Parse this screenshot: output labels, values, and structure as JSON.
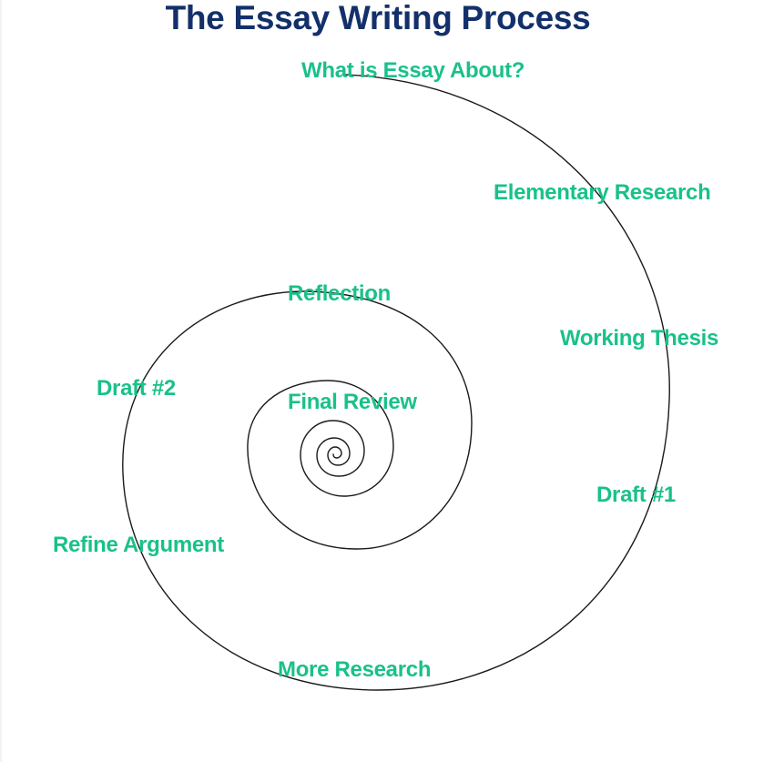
{
  "diagram": {
    "title": "The Essay Writing Process",
    "colors": {
      "title": "#13306b",
      "stage_text": "#19c18a",
      "spiral_line": "#1a1a1a",
      "background": "#ffffff"
    },
    "stages": [
      "What is Essay About?",
      "Elementary Research",
      "Working Thesis",
      "Draft #1",
      "More Research",
      "Refine Argument",
      "Draft #2",
      "Reflection",
      "Final Review"
    ]
  }
}
